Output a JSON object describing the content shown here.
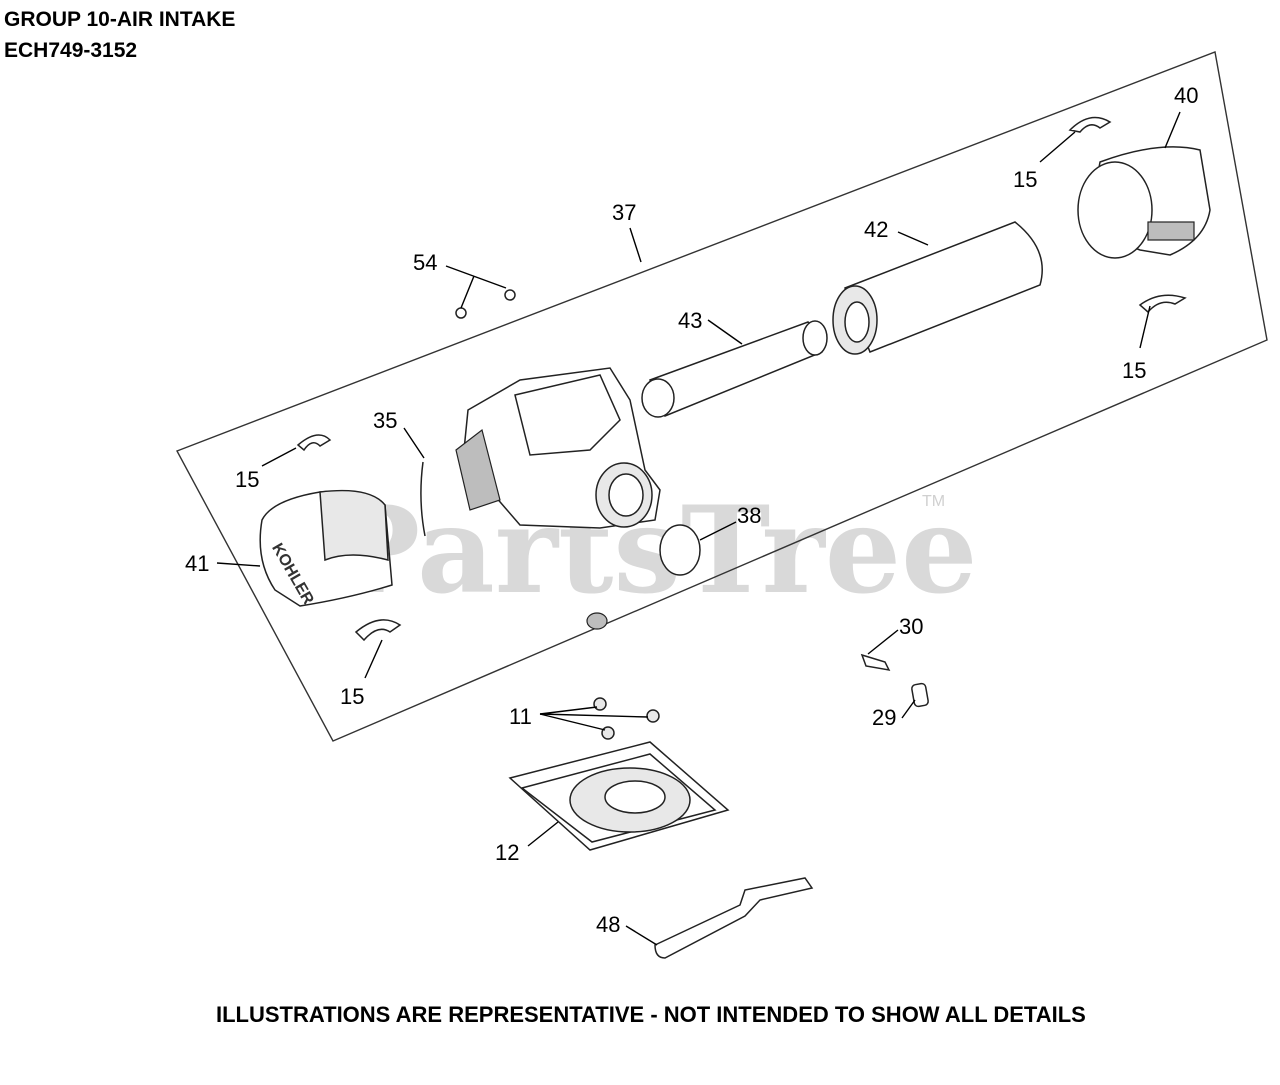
{
  "header": {
    "title": "GROUP 10-AIR INTAKE",
    "model": "ECH749-3152"
  },
  "watermark": {
    "text": "PartsTree",
    "trademark": "TM"
  },
  "footer": {
    "disclaimer": "ILLUSTRATIONS ARE REPRESENTATIVE - NOT INTENDED TO SHOW ALL DETAILS"
  },
  "callouts": {
    "c40": "40",
    "c15a": "15",
    "c37": "37",
    "c42": "42",
    "c54": "54",
    "c43": "43",
    "c15b": "15",
    "c35": "35",
    "c15c": "15",
    "c38": "38",
    "c41": "41",
    "c30": "30",
    "c15d": "15",
    "c11": "11",
    "c29": "29",
    "c12": "12",
    "c48": "48"
  },
  "colors": {
    "line": "#000000",
    "watermark": "#d9d9d9"
  }
}
